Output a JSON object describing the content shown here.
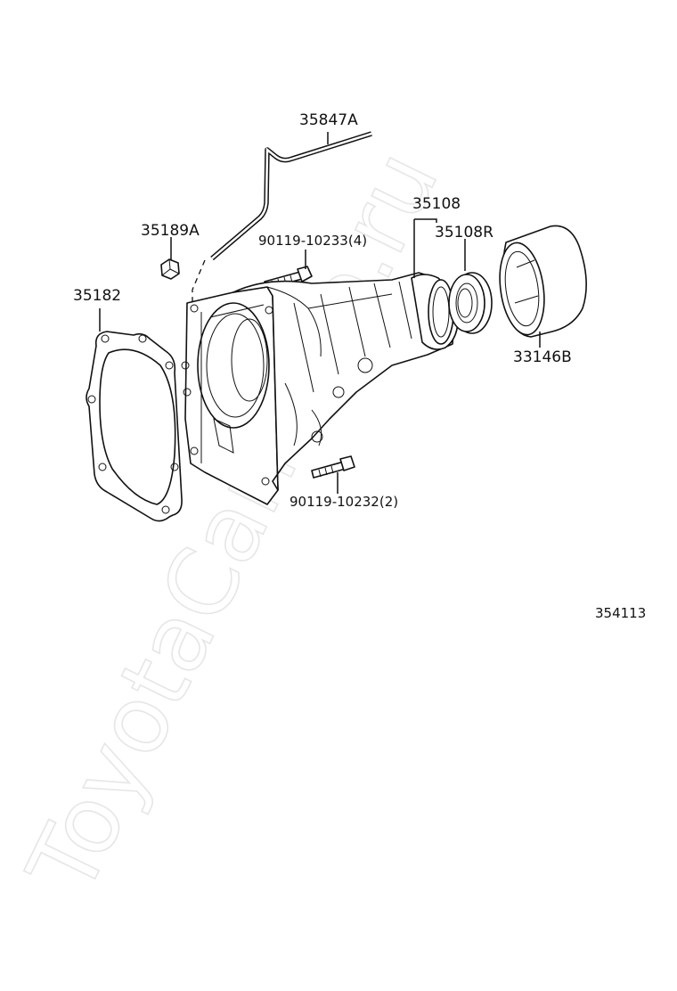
{
  "watermark": "ToyotaCarMine.ru",
  "figure_code": "354113",
  "parts": [
    {
      "number": "35847A"
    },
    {
      "number": "35108"
    },
    {
      "number": "35108R"
    },
    {
      "number": "35189A"
    },
    {
      "number": "90119-10233(4)"
    },
    {
      "number": "35182"
    },
    {
      "number": "33146B"
    },
    {
      "number": "90119-10232(2)"
    }
  ]
}
